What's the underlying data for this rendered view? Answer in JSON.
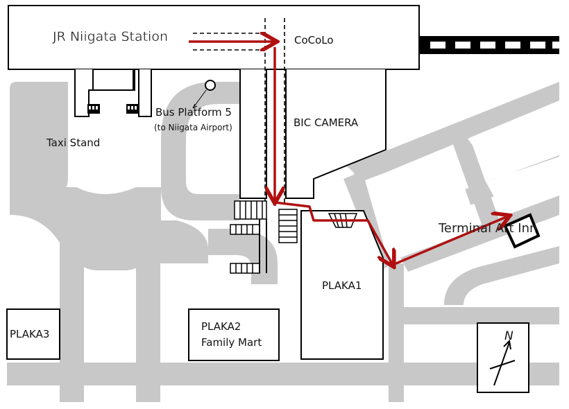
{
  "labels": {
    "station": "JR Niigata Station",
    "cocolo": "CoCoLo",
    "bic_camera": "BIC CAMERA",
    "bus_platform": "Bus Platform 5",
    "bus_platform_note": "(to Niigata Airport)",
    "taxi_stand": "Taxi Stand",
    "hotel": "Terminal Art Inn",
    "plaka1": "PLAKA1",
    "plaka2_line1": "PLAKA2",
    "plaka2_line2": "Family Mart",
    "plaka3": "PLAKA3",
    "north": "N"
  },
  "colors": {
    "road": "#c8c8c8",
    "route": "#b01010",
    "outline": "#000000",
    "background": "#ffffff"
  },
  "icons": [
    "taxi-icon",
    "bus-stop-icon",
    "compass-icon",
    "railway-track-icon",
    "staircase-icon"
  ]
}
